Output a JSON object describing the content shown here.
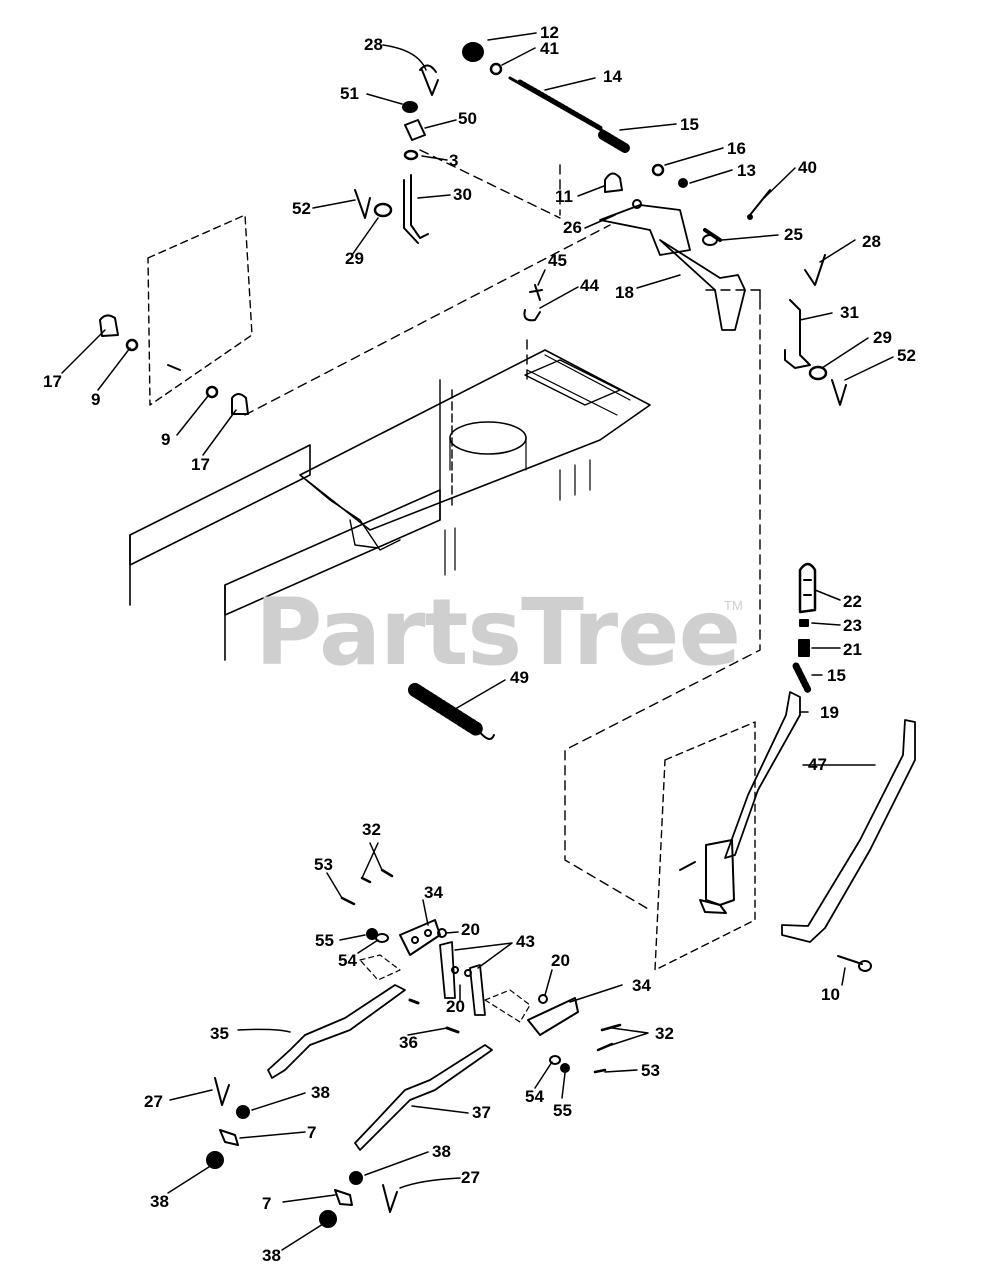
{
  "watermark": {
    "text": "PartsTree",
    "tm": "TM"
  },
  "callouts": [
    {
      "id": "c12a",
      "text": "12"
    },
    {
      "id": "c41",
      "text": "41"
    },
    {
      "id": "c14",
      "text": "14"
    },
    {
      "id": "c28a",
      "text": "28"
    },
    {
      "id": "c51",
      "text": "51"
    },
    {
      "id": "c50",
      "text": "50"
    },
    {
      "id": "c3",
      "text": "3"
    },
    {
      "id": "c15a",
      "text": "15"
    },
    {
      "id": "c16",
      "text": "16"
    },
    {
      "id": "c13",
      "text": "13"
    },
    {
      "id": "c40",
      "text": "40"
    },
    {
      "id": "c11",
      "text": "11"
    },
    {
      "id": "c30",
      "text": "30"
    },
    {
      "id": "c52a",
      "text": "52"
    },
    {
      "id": "c29a",
      "text": "29"
    },
    {
      "id": "c26",
      "text": "26"
    },
    {
      "id": "c25",
      "text": "25"
    },
    {
      "id": "c28b",
      "text": "28"
    },
    {
      "id": "c45",
      "text": "45"
    },
    {
      "id": "c44",
      "text": "44"
    },
    {
      "id": "c18",
      "text": "18"
    },
    {
      "id": "c31",
      "text": "31"
    },
    {
      "id": "c29b",
      "text": "29"
    },
    {
      "id": "c52b",
      "text": "52"
    },
    {
      "id": "c17a",
      "text": "17"
    },
    {
      "id": "c9a",
      "text": "9"
    },
    {
      "id": "c9b",
      "text": "9"
    },
    {
      "id": "c17b",
      "text": "17"
    },
    {
      "id": "c22",
      "text": "22"
    },
    {
      "id": "c23",
      "text": "23"
    },
    {
      "id": "c21",
      "text": "21"
    },
    {
      "id": "c15b",
      "text": "15"
    },
    {
      "id": "c49",
      "text": "49"
    },
    {
      "id": "c19",
      "text": "19"
    },
    {
      "id": "c47",
      "text": "47"
    },
    {
      "id": "c32a",
      "text": "32"
    },
    {
      "id": "c53a",
      "text": "53"
    },
    {
      "id": "c34a",
      "text": "34"
    },
    {
      "id": "c55a",
      "text": "55"
    },
    {
      "id": "c20a",
      "text": "20"
    },
    {
      "id": "c43",
      "text": "43"
    },
    {
      "id": "c54a",
      "text": "54"
    },
    {
      "id": "c20b",
      "text": "20"
    },
    {
      "id": "c20c",
      "text": "20"
    },
    {
      "id": "c34b",
      "text": "34"
    },
    {
      "id": "c10",
      "text": "10"
    },
    {
      "id": "c35",
      "text": "35"
    },
    {
      "id": "c36",
      "text": "36"
    },
    {
      "id": "c32b",
      "text": "32"
    },
    {
      "id": "c53b",
      "text": "53"
    },
    {
      "id": "c27a",
      "text": "27"
    },
    {
      "id": "c38a",
      "text": "38"
    },
    {
      "id": "c7a",
      "text": "7"
    },
    {
      "id": "c37",
      "text": "37"
    },
    {
      "id": "c54b",
      "text": "54"
    },
    {
      "id": "c55b",
      "text": "55"
    },
    {
      "id": "c38b",
      "text": "38"
    },
    {
      "id": "c38c",
      "text": "38"
    },
    {
      "id": "c7b",
      "text": "7"
    },
    {
      "id": "c27b",
      "text": "27"
    },
    {
      "id": "c38d",
      "text": "38"
    }
  ]
}
